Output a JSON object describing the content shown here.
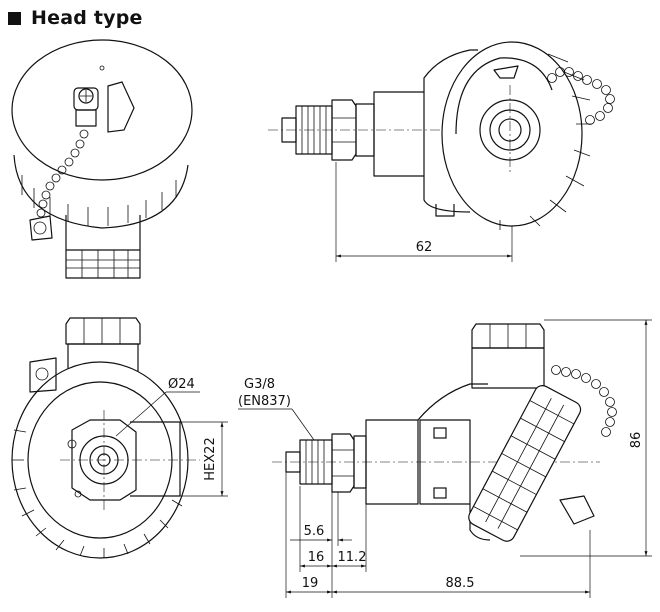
{
  "header": {
    "title": "Head type"
  },
  "dimensions": {
    "d62": "62",
    "d5_6": "5.6",
    "d16": "16",
    "d11_2": "11.2",
    "d19": "19",
    "d88_5": "88.5",
    "d86": "86",
    "dia24": "Ø24",
    "hex22": "HEX22",
    "thread": "G3/8",
    "thread_std": "(EN837)"
  }
}
